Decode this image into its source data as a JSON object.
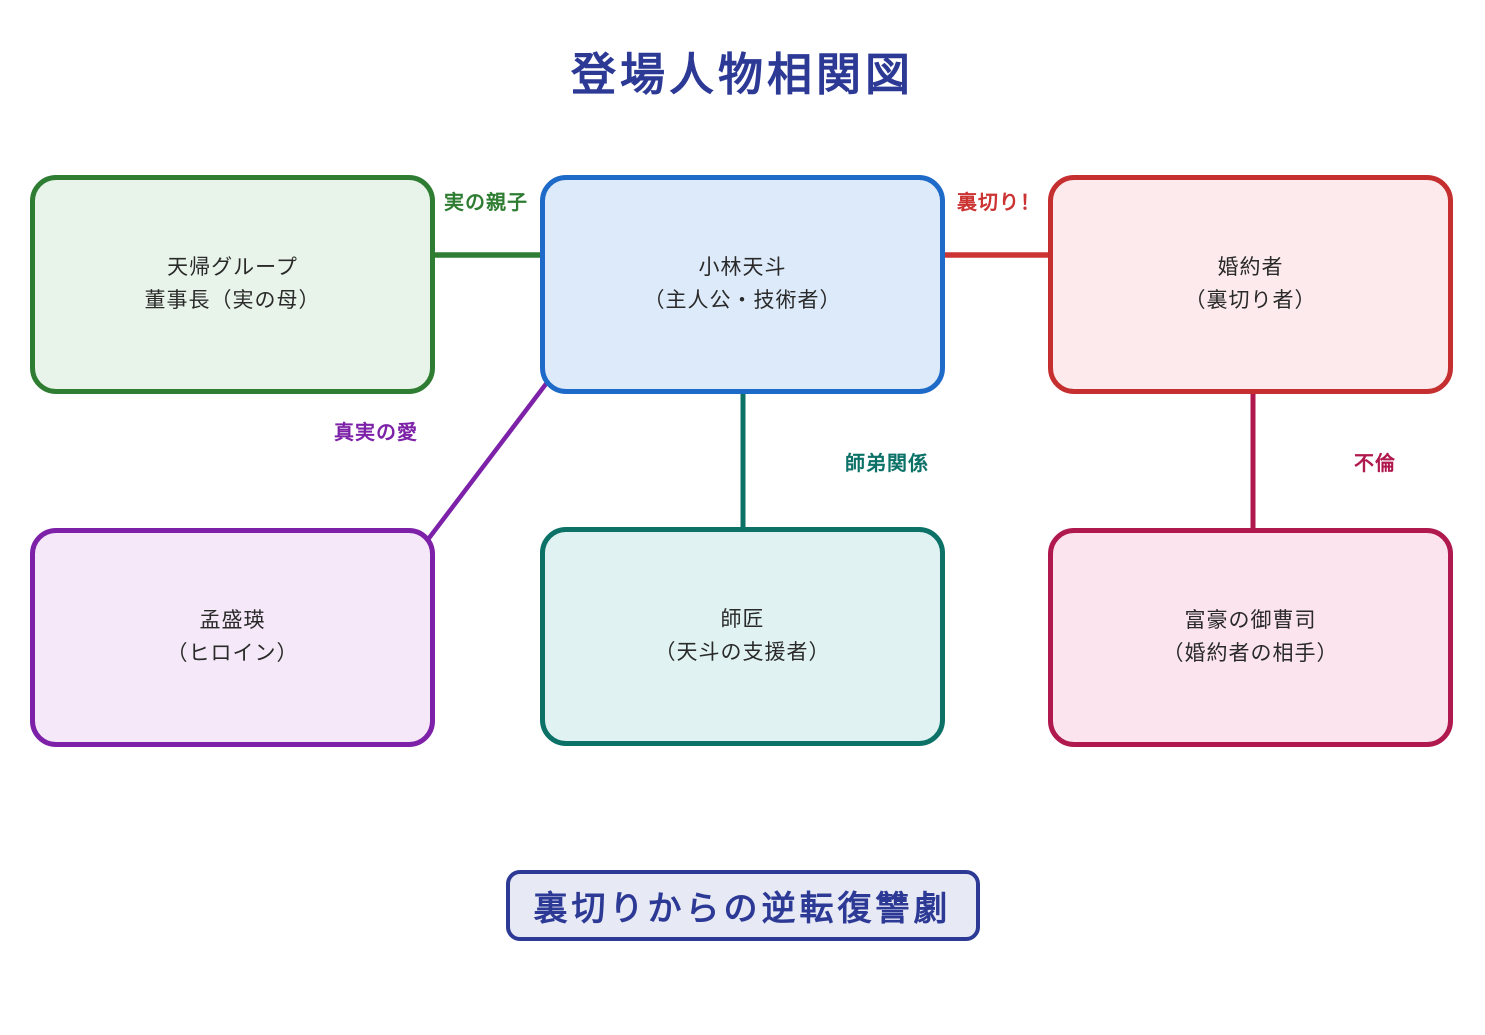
{
  "title": "登場人物相関図",
  "colors": {
    "title": "#2c3a96",
    "banner_border": "#2c3a96",
    "banner_fill": "#e7e9f5",
    "banner_text": "#2c3a96"
  },
  "nodes": [
    {
      "id": "mother",
      "line1": "天帰グループ",
      "line2": "董事長（実の母）",
      "border": "#2e7d32",
      "fill": "#e8f4e9"
    },
    {
      "id": "protagonist",
      "line1": "小林天斗",
      "line2": "（主人公・技術者）",
      "border": "#1e6ac8",
      "fill": "#ddeafa"
    },
    {
      "id": "fiancee",
      "line1": "婚約者",
      "line2": "（裏切り者）",
      "border": "#c62f2f",
      "fill": "#fceaec"
    },
    {
      "id": "heroine",
      "line1": "孟盛瑛",
      "line2": "（ヒロイン）",
      "border": "#7d22a8",
      "fill": "#f5e8f8"
    },
    {
      "id": "master",
      "line1": "師匠",
      "line2": "（天斗の支援者）",
      "border": "#0c7268",
      "fill": "#e0f3f2"
    },
    {
      "id": "rich-heir",
      "line1": "富豪の御曹司",
      "line2": "（婚約者の相手）",
      "border": "#b0194d",
      "fill": "#fbe4ed"
    }
  ],
  "edges": [
    {
      "id": "parent-child",
      "label": "実の親子",
      "color": "#2e7d32",
      "from": "mother",
      "to": "protagonist",
      "type": "double"
    },
    {
      "id": "betrayal",
      "label": "裏切り！",
      "color": "#cc3333",
      "from": "fiancee",
      "to": "protagonist",
      "type": "single"
    },
    {
      "id": "true-love",
      "label": "真実の愛",
      "color": "#7d22a8",
      "from": "protagonist",
      "to": "heroine",
      "type": "double"
    },
    {
      "id": "mentorship",
      "label": "師弟関係",
      "color": "#0c7268",
      "from": "protagonist",
      "to": "master",
      "type": "single"
    },
    {
      "id": "affair",
      "label": "不倫",
      "color": "#b0194d",
      "from": "fiancee",
      "to": "rich-heir",
      "type": "single"
    }
  ],
  "banner": {
    "text": "裏切りからの逆転復讐劇"
  }
}
